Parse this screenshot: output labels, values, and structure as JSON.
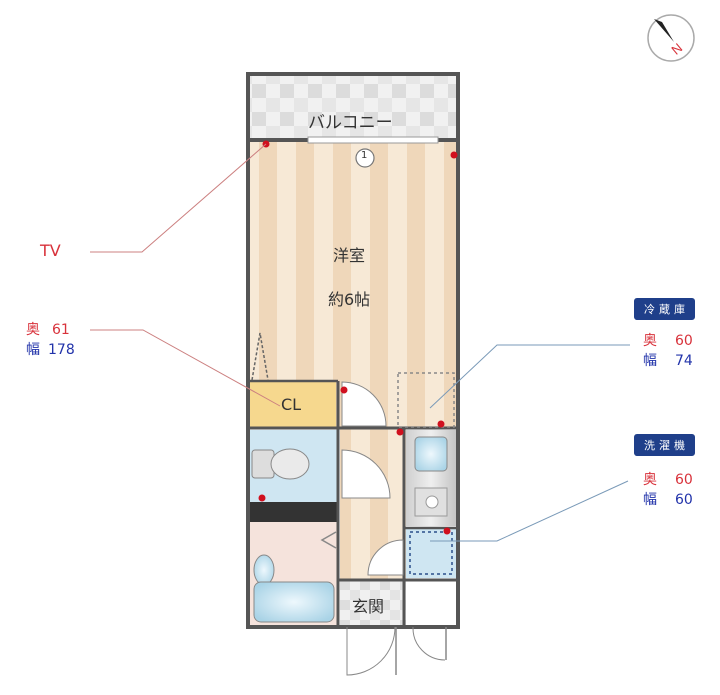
{
  "compass": {
    "label": "N",
    "icon": "compass-icon"
  },
  "rooms": {
    "balcony": "バルコニー",
    "western_room": "洋室",
    "western_room_size": "約6帖",
    "closet": "CL",
    "entrance": "玄関",
    "marker": "1"
  },
  "callouts": {
    "tv": {
      "label": "TV"
    },
    "closet_dims": {
      "depth_key": "奥",
      "depth": "61",
      "width_key": "幅",
      "width": "178"
    },
    "fridge": {
      "title": "冷蔵庫",
      "depth_key": "奥",
      "depth": "60",
      "width_key": "幅",
      "width": "74"
    },
    "washer": {
      "title": "洗濯機",
      "depth_key": "奥",
      "depth": "60",
      "width_key": "幅",
      "width": "60"
    }
  },
  "colors": {
    "wall": "#555555",
    "floor_light": "#f7e9d6",
    "floor_stripe": "#efd6b8",
    "closet": "#f6d88e",
    "wet_area": "#cfe6f2",
    "bath_floor": "#f5e3dc",
    "balcony": "#e8e8e8",
    "tag_bg": "#1f3f8a",
    "red": "#d8323b",
    "blue": "#2233aa",
    "dot": "#d0101e"
  }
}
